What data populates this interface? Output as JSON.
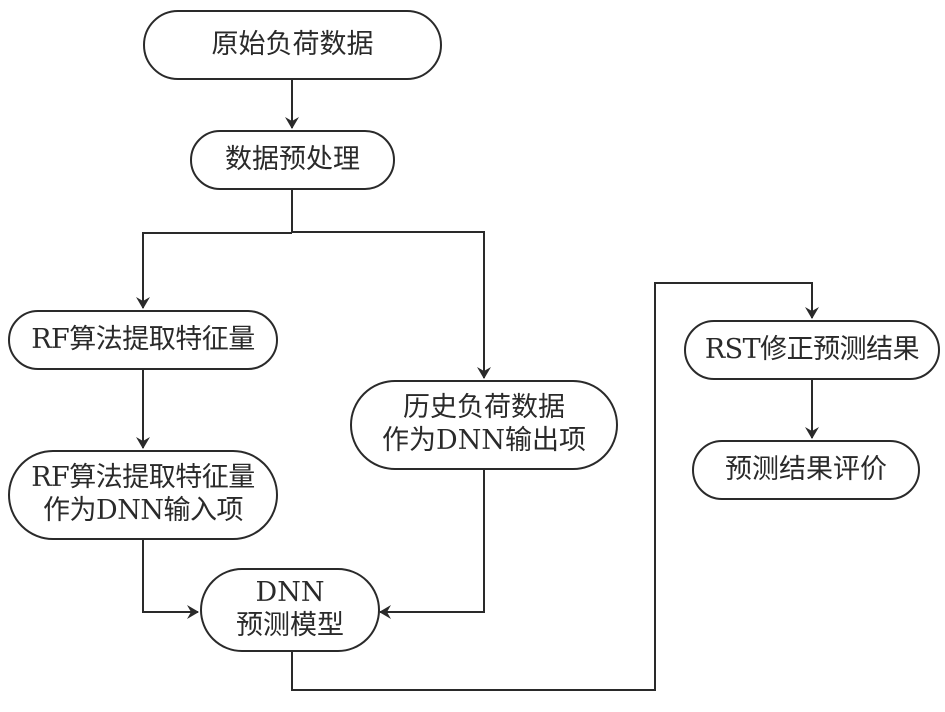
{
  "diagram": {
    "type": "flowchart",
    "nodes": [
      {
        "id": "raw-load-data",
        "lines": [
          "原始负荷数据"
        ]
      },
      {
        "id": "data-preprocessing",
        "lines": [
          "数据预处理"
        ]
      },
      {
        "id": "rf-feature-extraction",
        "lines": [
          "RF算法提取特征量"
        ]
      },
      {
        "id": "rf-features-as-dnn-input",
        "lines": [
          "RF算法提取特征量",
          "作为DNN输入项"
        ]
      },
      {
        "id": "history-load-as-dnn-output",
        "lines": [
          "历史负荷数据",
          "作为DNN输出项"
        ]
      },
      {
        "id": "dnn-prediction-model",
        "lines": [
          "DNN",
          "预测模型"
        ]
      },
      {
        "id": "rst-correct-prediction",
        "lines": [
          "RST修正预测结果"
        ]
      },
      {
        "id": "prediction-evaluation",
        "lines": [
          "预测结果评价"
        ]
      }
    ],
    "edges": [
      {
        "from": "raw-load-data",
        "to": "data-preprocessing"
      },
      {
        "from": "data-preprocessing",
        "to": "rf-feature-extraction"
      },
      {
        "from": "data-preprocessing",
        "to": "history-load-as-dnn-output"
      },
      {
        "from": "rf-feature-extraction",
        "to": "rf-features-as-dnn-input"
      },
      {
        "from": "rf-features-as-dnn-input",
        "to": "dnn-prediction-model"
      },
      {
        "from": "history-load-as-dnn-output",
        "to": "dnn-prediction-model"
      },
      {
        "from": "dnn-prediction-model",
        "to": "rst-correct-prediction"
      },
      {
        "from": "rst-correct-prediction",
        "to": "prediction-evaluation"
      }
    ],
    "colors": {
      "stroke": "#2a2a2a",
      "background": "#ffffff"
    }
  }
}
